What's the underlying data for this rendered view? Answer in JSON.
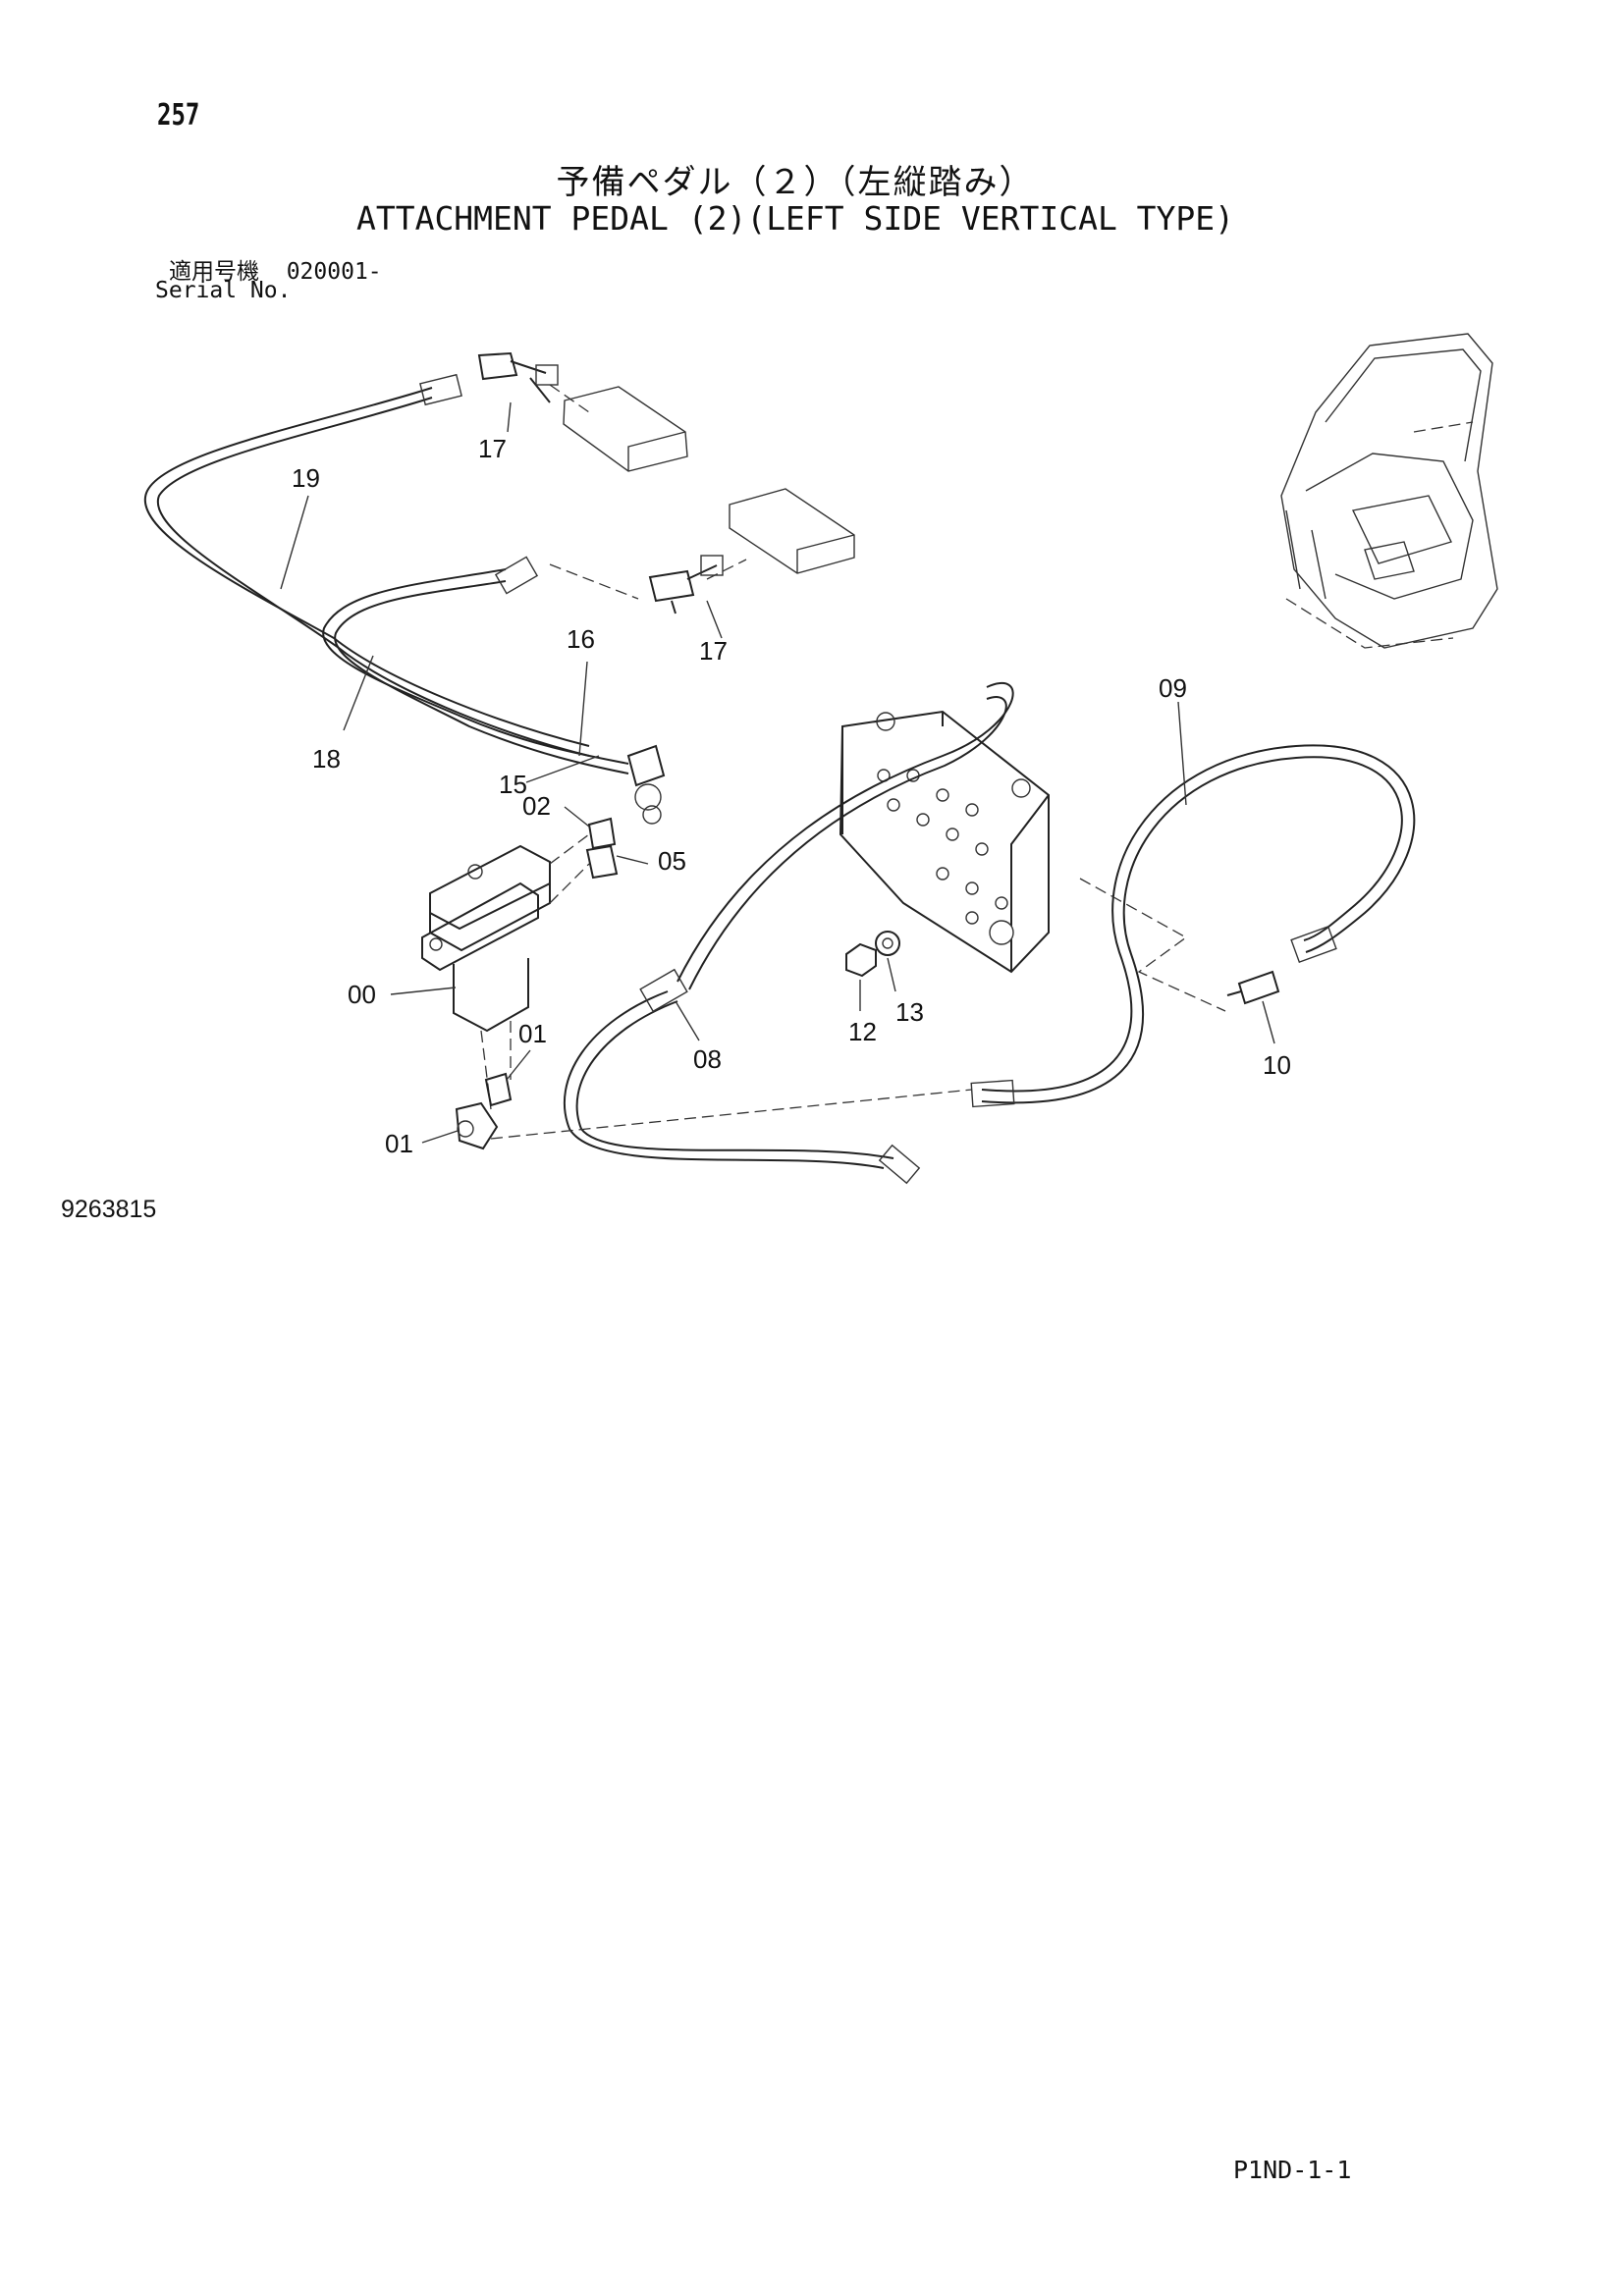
{
  "page_number": "257",
  "title_jp": "予備ペダル（２）（左縦踏み）",
  "title_en": "ATTACHMENT PEDAL (2)(LEFT SIDE VERTICAL TYPE)",
  "serial": {
    "label_jp": "適用号機",
    "value": "020001-",
    "label_en": "Serial No."
  },
  "drawing_number": "9263815",
  "page_code": "P1ND-1-1",
  "callouts": [
    {
      "label": "17",
      "part": "tee-fitting"
    },
    {
      "label": "19",
      "part": "hose"
    },
    {
      "label": "17",
      "part": "tee-fitting"
    },
    {
      "label": "16",
      "part": "hose"
    },
    {
      "label": "18",
      "part": "hose"
    },
    {
      "label": "15",
      "part": "hose"
    },
    {
      "label": "02",
      "part": "adapter"
    },
    {
      "label": "05",
      "part": "adapter"
    },
    {
      "label": "00",
      "part": "pedal-valve"
    },
    {
      "label": "01",
      "part": "elbow"
    },
    {
      "label": "01",
      "part": "elbow"
    },
    {
      "label": "08",
      "part": "hose"
    },
    {
      "label": "12",
      "part": "nut"
    },
    {
      "label": "13",
      "part": "washer"
    },
    {
      "label": "09",
      "part": "hose"
    },
    {
      "label": "10",
      "part": "connector"
    }
  ]
}
